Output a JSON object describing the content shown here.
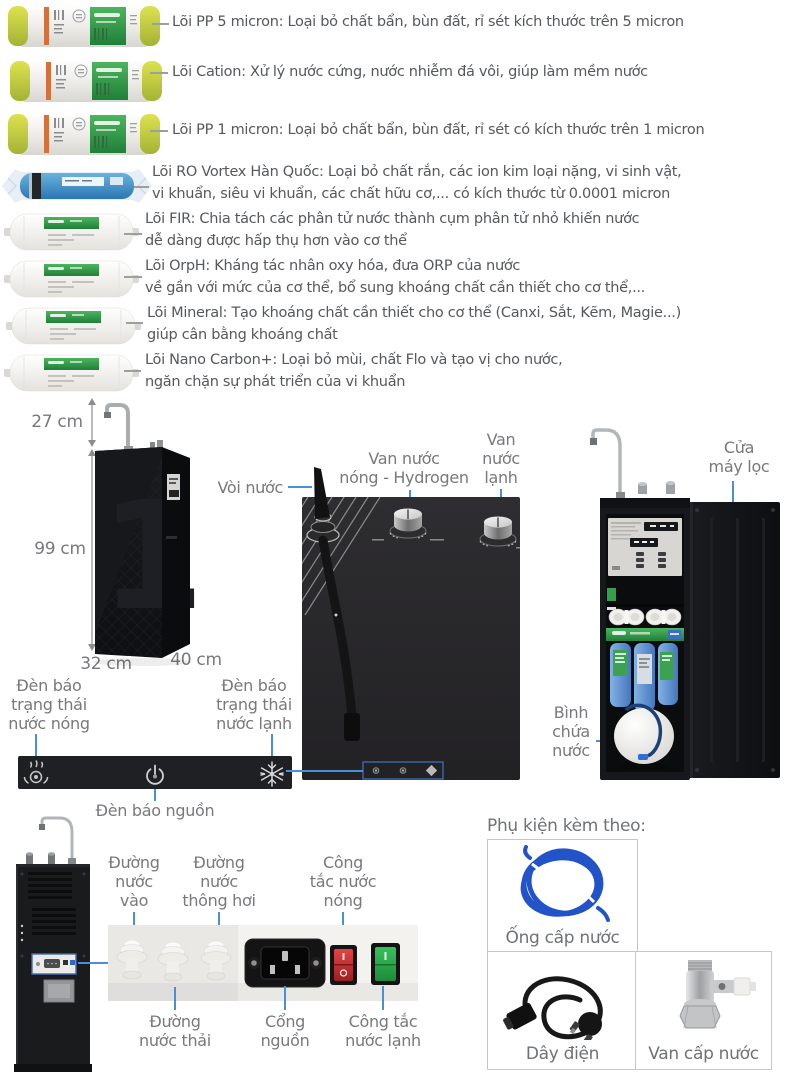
{
  "colors": {
    "accent_blue": "#4a90d2",
    "annotation_gray": "#77797c",
    "description_gray": "#55585c",
    "callout_box_blue": "#3f6db5"
  },
  "filters": [
    {
      "lines": [
        "Lõi PP 5 micron: Loại bỏ chất bẩn, bùn đất, rỉ sét kích thước trên 5 micron"
      ]
    },
    {
      "lines": [
        "Lõi Cation: Xử lý nước cứng, nước nhiễm đá vôi, giúp làm mềm nước"
      ]
    },
    {
      "lines": [
        "Lõi PP 1 micron: Loại bỏ chất bẩn, bùn đất, rỉ sét có kích thước trên 1 micron"
      ]
    },
    {
      "lines": [
        "Lõi RO Vortex Hàn Quốc: Loại bỏ chất rắn, các ion kim loại nặng, vi sinh vật,",
        "vi khuẩn, siêu vi khuẩn, các chất hữu cơ,... có kích thước từ 0.0001 micron"
      ]
    },
    {
      "lines": [
        "Lõi FIR: Chia tách các phân tử nước thành cụm phân tử nhỏ khiến nước",
        "dễ dàng được hấp thụ hơn vào cơ thể"
      ]
    },
    {
      "lines": [
        "Lõi OrpH: Kháng tác nhân oxy hóa, đưa ORP của nước",
        "về gần với mức của cơ thể, bổ sung khoáng chất cần thiết cho cơ thể,..."
      ]
    },
    {
      "lines": [
        "Lõi Mineral: Tạo khoáng chất cần thiết cho cơ thể (Canxi, Sắt, Kẽm, Magie...)",
        "giúp cân bằng khoáng chất"
      ]
    },
    {
      "lines": [
        "Lõi Nano Carbon+: Loại bỏ mùi, chất Flo và tạo vị cho nước,",
        "ngăn chặn sự phát triển của vi khuẩn"
      ]
    }
  ],
  "dimensions": {
    "faucet_height": "27 cm",
    "body_height": "99 cm",
    "width": "32 cm",
    "depth": "40 cm"
  },
  "machine": {
    "watermark": "1"
  },
  "labels": {
    "faucet": "Vòi nước",
    "hot_valve": [
      "Van nước",
      "nóng - Hydrogen"
    ],
    "cold_valve": [
      "Van",
      "nước",
      "lạnh"
    ],
    "door": [
      "Cửa",
      "máy lọc"
    ],
    "tank": [
      "Bình",
      "chứa",
      "nước"
    ],
    "hot_indicator": [
      "Đèn báo",
      "trạng thái",
      "nước nóng"
    ],
    "cold_indicator": [
      "Đèn báo",
      "trạng thái",
      "nước lạnh"
    ],
    "power_indicator": "Đèn báo nguồn",
    "water_inlet": [
      "Đường",
      "nước",
      "vào"
    ],
    "vent_line": [
      "Đường",
      "nước",
      "thông hơi"
    ],
    "hot_switch": [
      "Công",
      "tắc nước",
      "nóng"
    ],
    "drain_line": [
      "Đường",
      "nước thải"
    ],
    "power_port": [
      "Cổng",
      "nguồn"
    ],
    "cold_switch": [
      "Công tắc",
      "nước lạnh"
    ]
  },
  "accessories": {
    "header": "Phụ kiện kèm theo:",
    "items": [
      {
        "label": "Ống cấp nước"
      },
      {
        "label": "Dây điện"
      },
      {
        "label": "Van cấp nước"
      }
    ]
  },
  "icons": [
    "hot-water-icon",
    "power-icon",
    "snowflake-icon",
    "faucet-icon",
    "knob-icon",
    "water-fitting-icon",
    "power-socket-icon",
    "rocker-switch-icon"
  ]
}
